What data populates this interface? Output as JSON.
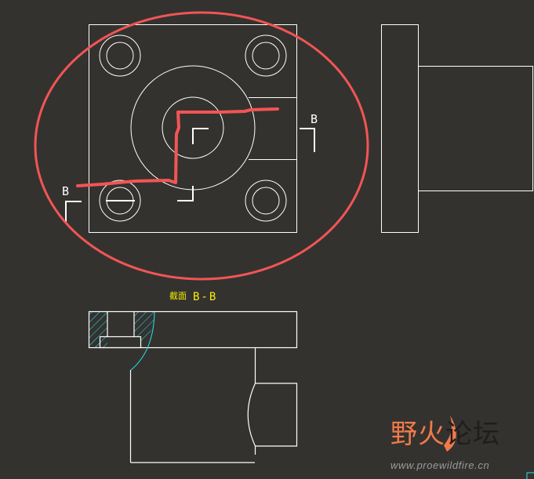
{
  "drawing": {
    "background": "#34322f",
    "line_color": "#ffffff",
    "hatch_color": "#22e4f0",
    "markup_color": "#f25555",
    "label_color": "#f5f000"
  },
  "section_labels": {
    "left_letter": "B",
    "right_letter": "B"
  },
  "section_view": {
    "title_cn": "截面",
    "title_id": "B-B"
  },
  "watermark": {
    "title_part1": "野火",
    "title_part2": "论坛",
    "url": "www.proewildfire.cn"
  }
}
